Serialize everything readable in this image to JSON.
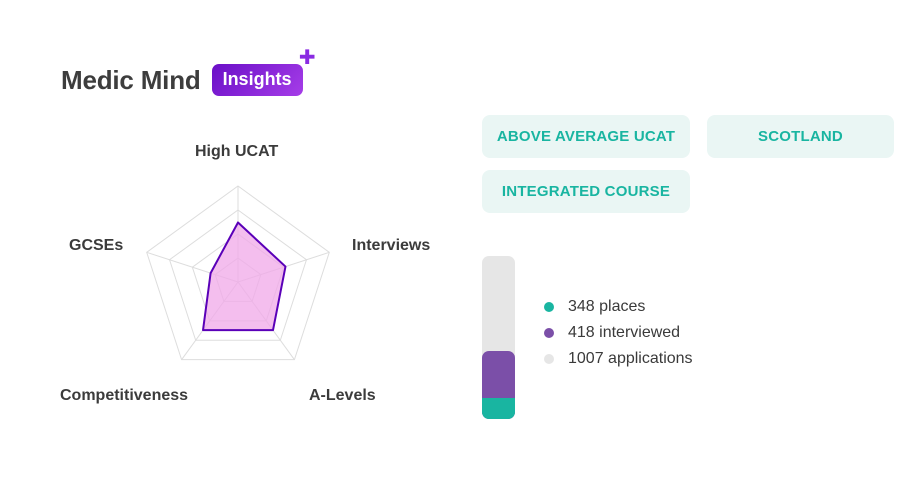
{
  "brand": {
    "name": "Medic Mind",
    "badge": "Insights",
    "accent": "#8a2be2"
  },
  "radar": {
    "axes": [
      "High UCAT",
      "Interviews",
      "A-Levels",
      "Competitiveness",
      "GCSEs"
    ],
    "values": [
      0.62,
      0.52,
      0.62,
      0.62,
      0.3
    ],
    "levels": 4,
    "fill": "#f0a8e8",
    "stroke": "#5a00b8",
    "grid_color": "#dddddd"
  },
  "tags": [
    {
      "label": "ABOVE AVERAGE UCAT"
    },
    {
      "label": "SCOTLAND"
    },
    {
      "label": "INTEGRATED COURSE"
    }
  ],
  "stats": {
    "places": {
      "value": 348,
      "label": "348 places",
      "color": "#19b5a1"
    },
    "interviewed": {
      "value": 418,
      "label": "418 interviewed",
      "color": "#7b4fa8"
    },
    "applications": {
      "value": 1007,
      "label": "1007 applications",
      "color": "#e6e6e6"
    }
  }
}
